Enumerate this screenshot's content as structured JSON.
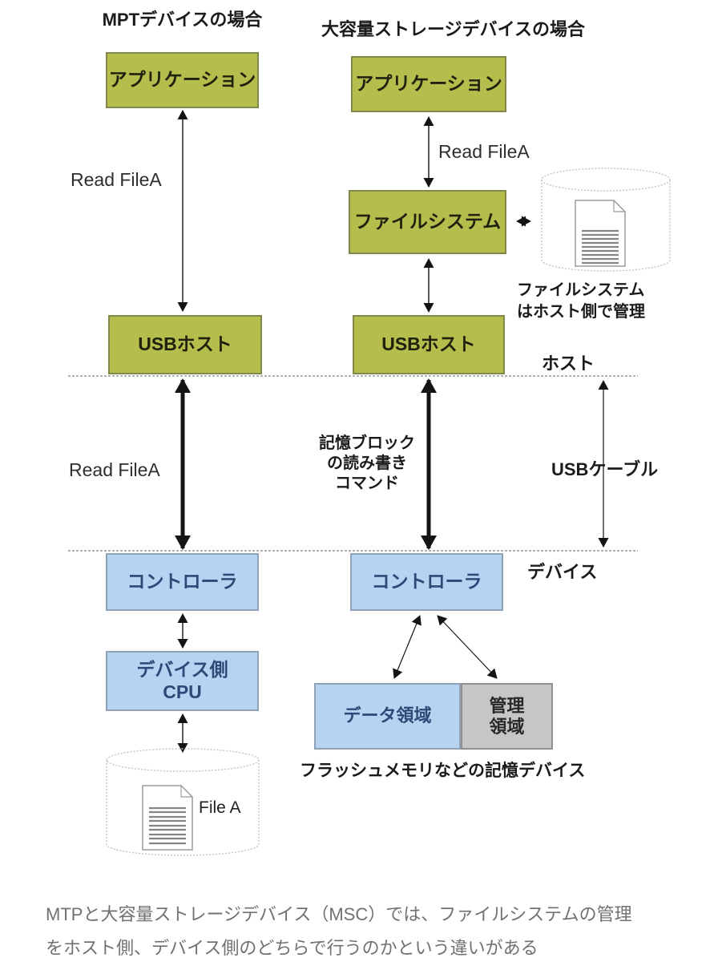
{
  "diagram": {
    "left_header": "MPTデバイスの場合",
    "right_header": "大容量ストレージデバイスの場合",
    "left": {
      "application": "アプリケーション",
      "read_file_upper": "Read FileA",
      "usb_host": "USBホスト",
      "read_file_lower": "Read FileA",
      "controller": "コントローラ",
      "device_cpu_line1": "デバイス側",
      "device_cpu_line2": "CPU",
      "file_label": "File A"
    },
    "right": {
      "application": "アプリケーション",
      "read_file": "Read FileA",
      "file_system": "ファイルシステム",
      "fs_note_line1": "ファイルシステム",
      "fs_note_line2": "はホスト側で管理",
      "usb_host": "USBホスト",
      "block_cmd_line1": "記憶ブロック",
      "block_cmd_line2": "の読み書き",
      "block_cmd_line3": "コマンド",
      "controller": "コントローラ",
      "data_area": "データ領域",
      "mgmt_area_line1": "管理",
      "mgmt_area_line2": "領域",
      "flash_label": "フラッシュメモリなどの記憶デバイス"
    },
    "side": {
      "host": "ホスト",
      "usb_cable": "USBケーブル",
      "device": "デバイス"
    }
  },
  "caption": {
    "line1": "MTPと大容量ストレージデバイス（MSC）では、ファイルシステムの管理",
    "line2": "をホスト側、デバイス側のどちらで行うのかという違いがある"
  },
  "colors": {
    "green_fill": "#b5bd4c",
    "green_border": "#82884a",
    "blue_fill": "#b6d3f2",
    "blue_border": "#8fa2b8",
    "blue_text": "#2c4a77",
    "gray_fill": "#c6c6c6",
    "gray_border": "#8e8e8e",
    "divider": "#a6a6a9",
    "arrow": "#141414"
  }
}
